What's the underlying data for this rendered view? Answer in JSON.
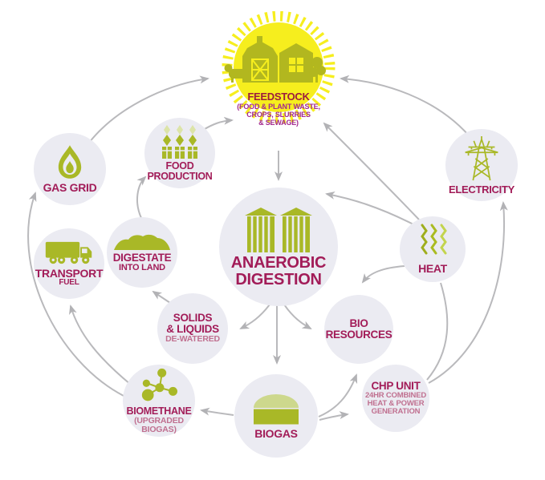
{
  "diagram": {
    "nodes": {
      "feedstock": {
        "label": "FEEDSTOCK",
        "sublabel": "(FOOD & PLANT WASTE,\nCROPS, SLURRIES\n& SEWAGE)",
        "icon": "farm-sun-icon"
      },
      "gas_grid": {
        "label": "GAS GRID",
        "icon": "flame-icon"
      },
      "food_production": {
        "label": "FOOD\nPRODUCTION",
        "icon": "wheat-icon"
      },
      "electricity": {
        "label": "ELECTRICITY",
        "icon": "pylon-icon"
      },
      "transport_fuel": {
        "label": "TRANSPORT",
        "sublabel": "FUEL",
        "icon": "truck-icon"
      },
      "digestate": {
        "label": "DIGESTATE",
        "sublabel": "INTO LAND",
        "icon": "mound-icon"
      },
      "anaerobic_digestion": {
        "label": "ANAEROBIC\nDIGESTION",
        "icon": "silos-icon"
      },
      "heat": {
        "label": "HEAT",
        "icon": "heat-waves-icon"
      },
      "solids_liquids": {
        "label": "SOLIDS\n& LIQUIDS",
        "sublabel": "DE-WATERED"
      },
      "bio_resources": {
        "label": "BIO\nRESOURCES"
      },
      "biomethane": {
        "label": "BIOMETHANE",
        "sublabel": "(UPGRADED\nBIOGAS)",
        "icon": "molecule-icon"
      },
      "biogas": {
        "label": "BIOGAS",
        "icon": "gas-dome-icon"
      },
      "chp_unit": {
        "label": "CHP UNIT",
        "sublabel": "24HR COMBINED\nHEAT & POWER\nGENERATION"
      }
    },
    "edges": [
      {
        "from": "feedstock",
        "to": "anaerobic_digestion"
      },
      {
        "from": "gas_grid",
        "to": "feedstock"
      },
      {
        "from": "food_production",
        "to": "feedstock"
      },
      {
        "from": "electricity",
        "to": "feedstock"
      },
      {
        "from": "heat",
        "to": "feedstock"
      },
      {
        "from": "heat",
        "to": "anaerobic_digestion"
      },
      {
        "from": "heat",
        "to": "bio_resources"
      },
      {
        "from": "anaerobic_digestion",
        "to": "solids_liquids"
      },
      {
        "from": "anaerobic_digestion",
        "to": "biogas"
      },
      {
        "from": "anaerobic_digestion",
        "to": "bio_resources"
      },
      {
        "from": "biogas",
        "to": "bio_resources"
      },
      {
        "from": "biogas",
        "to": "chp_unit"
      },
      {
        "from": "biogas",
        "to": "biomethane"
      },
      {
        "from": "chp_unit",
        "to": "electricity"
      },
      {
        "from": "chp_unit",
        "to": "heat"
      },
      {
        "from": "biomethane",
        "to": "transport_fuel"
      },
      {
        "from": "biomethane",
        "to": "gas_grid"
      },
      {
        "from": "solids_liquids",
        "to": "digestate"
      },
      {
        "from": "digestate",
        "to": "food_production"
      }
    ],
    "colors": {
      "olive_green": "#a9b827",
      "light_green": "#cdd88d",
      "pale_green": "#dce4a8",
      "sun_yellow": "#f6ee1e",
      "magenta": "#a21c58",
      "light_magenta": "#c07090",
      "feedstock_title": "#9c1c3d",
      "feedstock_sub": "#a2288e",
      "circle_background": "#ebebf2",
      "arrow_gray": "#b9b9bc"
    }
  }
}
